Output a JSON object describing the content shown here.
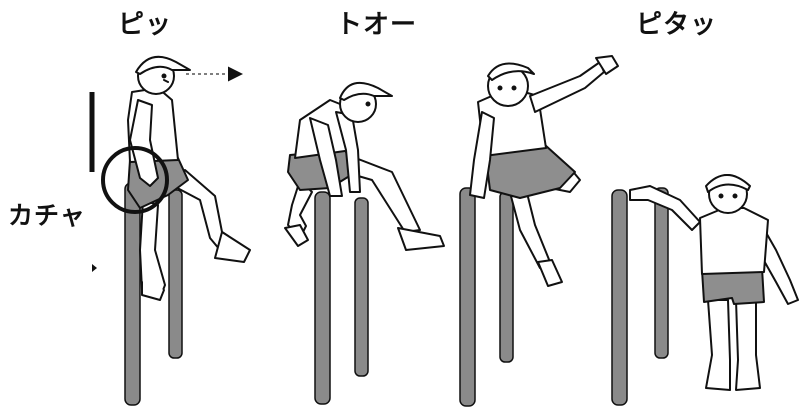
{
  "steps": [
    {
      "label": "ピッ"
    },
    {
      "label": "トオー"
    },
    {
      "label": "ピタッ"
    }
  ],
  "side_label": "カチャ",
  "colors": {
    "bar": "#8a8a8a",
    "outline": "#111111",
    "shorts": "#8e8e8e",
    "skin": "#ffffff"
  }
}
